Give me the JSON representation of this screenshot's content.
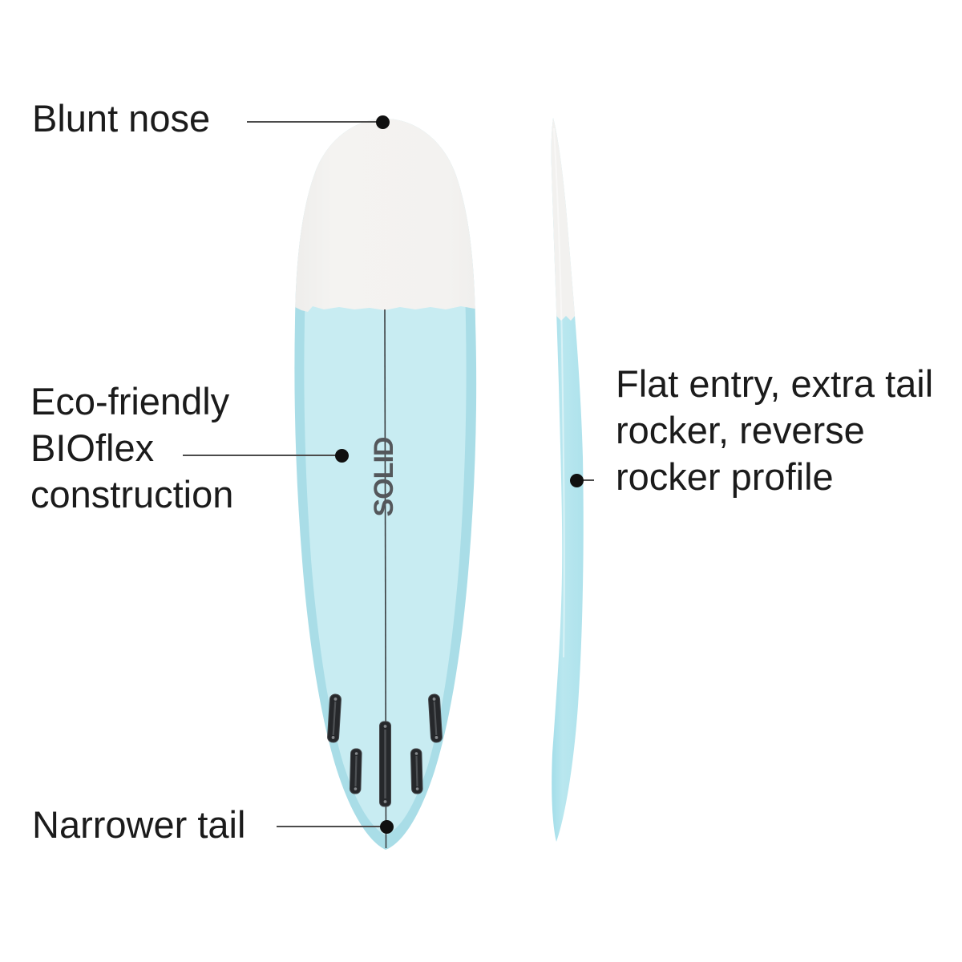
{
  "diagram_title": "Surfboard feature callout diagram",
  "callouts": {
    "nose": {
      "label": "Blunt nose"
    },
    "construction": {
      "label": "Eco-friendly BIOflex construction"
    },
    "tail": {
      "label": "Narrower tail"
    },
    "profile": {
      "label": "Flat entry, extra tail rocker, reverse rocker profile"
    }
  },
  "board": {
    "brand_logo": "SOLID",
    "views": [
      "deck-top-view",
      "side-profile-view"
    ],
    "fin_boxes_count": 5
  },
  "colors": {
    "background": "#ffffff",
    "text": "#1b1b1b",
    "callout_line": "#4b4b4b",
    "callout_dot": "#101010",
    "board_blue_center": "#c8ecf2",
    "board_blue_rail": "#a9dde7",
    "nose_white": "#f3f2f0",
    "profile_blue": "#b3e3ed",
    "fin_box_dark": "#26282b",
    "stringer_line": "#3a3f42",
    "logo_gray": "#54575b"
  }
}
